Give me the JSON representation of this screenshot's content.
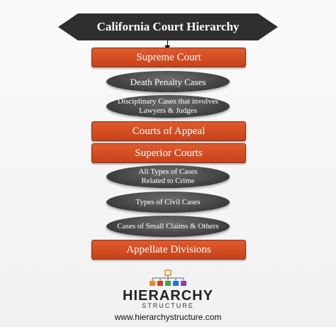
{
  "diagram": {
    "title": "California Court Hierarchy",
    "nodes": [
      {
        "kind": "court",
        "label": "Supreme Court"
      },
      {
        "kind": "case",
        "label": "Death Penalty Cases"
      },
      {
        "kind": "case",
        "label": "Disciplinary Cases that involves\nLawyers & Judges"
      },
      {
        "kind": "court",
        "label": "Courts of Appeal"
      },
      {
        "kind": "court",
        "label": "Superior Courts"
      },
      {
        "kind": "case",
        "label": "All Types of Cases\nRelated to Crime"
      },
      {
        "kind": "case",
        "label": "Types of Civil Cases"
      },
      {
        "kind": "case",
        "label": "Cases of Small Claims & Others"
      },
      {
        "kind": "court",
        "label": "Appellate Divisions"
      }
    ]
  },
  "logo": {
    "line1": "HIERARCHY",
    "line2": "STRUCTURE",
    "icon": "hierarchy-tree-icon",
    "colors": [
      "#e8872b",
      "#d63a2f",
      "#3aa54a",
      "#2f6fd0",
      "#8a3fb0"
    ]
  },
  "footer": {
    "url": "www.hierarchystructure.com"
  },
  "colors": {
    "court_box": "#d24e22",
    "case_oval": "#444444",
    "banner": "#2f2f2f"
  }
}
